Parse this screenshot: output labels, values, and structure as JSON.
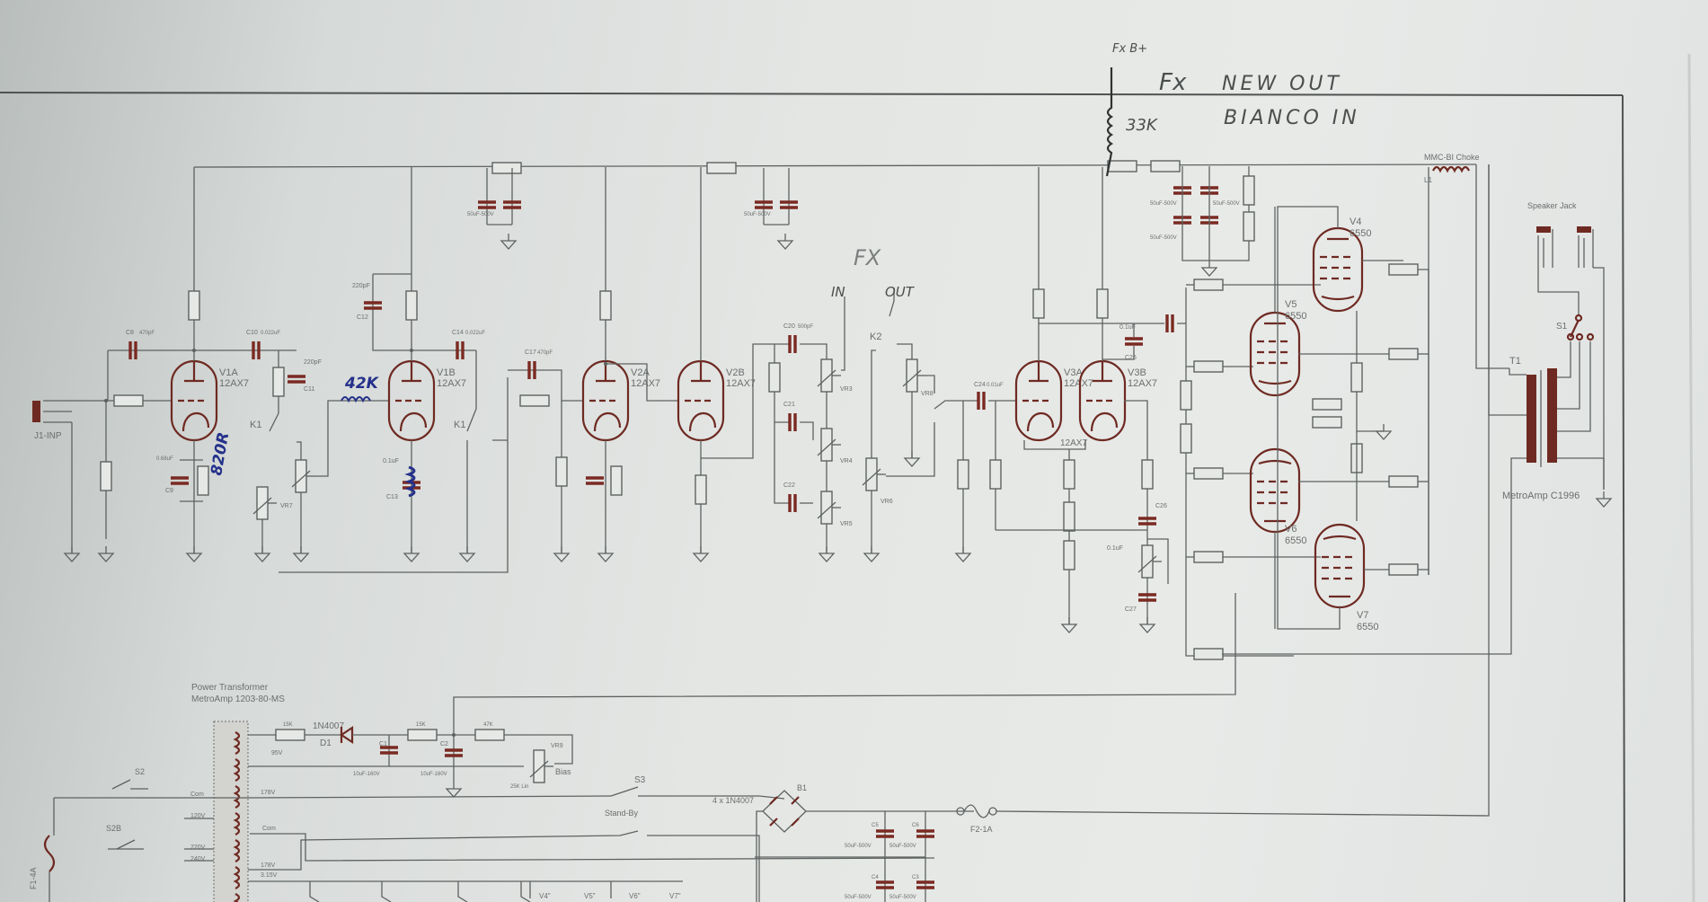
{
  "handwritten": {
    "fx_bplus": "Fx B+",
    "fx_top": "Fx",
    "new_out": "NEW OUT",
    "bianco_in": "BIANCO IN",
    "r33k": "33K",
    "fx_mid": "FX",
    "fx_in": "IN",
    "fx_out": "OUT",
    "r42k": "42K",
    "r820": "820R"
  },
  "tubes": [
    {
      "name": "V1A",
      "type": "12AX7"
    },
    {
      "name": "V1B",
      "type": "12AX7"
    },
    {
      "name": "V2A",
      "type": "12AX7"
    },
    {
      "name": "V2B",
      "type": "12AX7"
    },
    {
      "name": "V3A",
      "type": "12AX7"
    },
    {
      "name": "V3B",
      "type": "12AX7"
    },
    {
      "name": "V4",
      "type": "6550"
    },
    {
      "name": "V5",
      "type": "6550"
    },
    {
      "name": "V6",
      "type": "6550"
    },
    {
      "name": "V7",
      "type": "6550"
    }
  ],
  "preamp": {
    "input": "J1-INP",
    "c8": "C8",
    "c8v": "470pF",
    "c10": "C10",
    "c10v": "0.022uF",
    "c11": "C11",
    "c11v": "220pF",
    "c12": "C12",
    "c12v": "220pF",
    "c13": "C13",
    "c13v": "0.1uF",
    "c9": "C9",
    "c9v": "0.68uF",
    "c14": "C14",
    "c14v": "0.022uF",
    "c17": "C17",
    "c17v": "470pF",
    "c20": "C20",
    "c20v": "500pF",
    "c21": "C21",
    "c22": "C22",
    "c24": "C24",
    "c24v": "0.01uF",
    "c25": "C25",
    "c25v": "0.1uF",
    "c26": "C26",
    "c26v": "0.1uF",
    "c27": "C27",
    "k1": "K1",
    "k1b": "K1",
    "k2": "K2",
    "vr3": "VR3",
    "vr4": "VR4",
    "vr5": "VR5",
    "vr6": "VR6",
    "vr7": "VR7",
    "vr8": "VR8",
    "filter_caps": "50uF-500V",
    "v3_type": "12AX7"
  },
  "power_amp": {
    "choke_label": "MMC-BI Choke",
    "choke_ref": "L1",
    "speaker_jack": "Speaker Jack",
    "s1": "S1",
    "t1": "T1",
    "ot_label": "MetroAmp C1996"
  },
  "power_supply": {
    "title1": "Power Transformer",
    "title2": "MetroAmp 1203-80-MS",
    "d1": "D1",
    "d1v": "1N4007",
    "r1v": "15K",
    "r2v": "15K",
    "r3v": "47K",
    "c1": "C1",
    "c2": "C2",
    "cv": "10uF-160V",
    "v95": "95V",
    "vr9": "VR9",
    "bias": "Bias",
    "bias_pot": "25K Lin",
    "s2": "S2",
    "s2b": "S2B",
    "s3": "S3",
    "standby": "Stand-By",
    "bridge_diodes": "4 x 1N4007",
    "b1": "B1",
    "f1": "F1-4A",
    "f2": "F2-1A",
    "com": "Com",
    "v120": "120V",
    "v220": "220V",
    "v240": "240V",
    "v178": "178V",
    "v315": "3.15V",
    "com2": "Com",
    "c3": "C3",
    "c4": "C4",
    "c5": "C5",
    "c6": "C6",
    "heaters": [
      "V4\"",
      "V5\"",
      "V6\"",
      "V7\""
    ]
  }
}
